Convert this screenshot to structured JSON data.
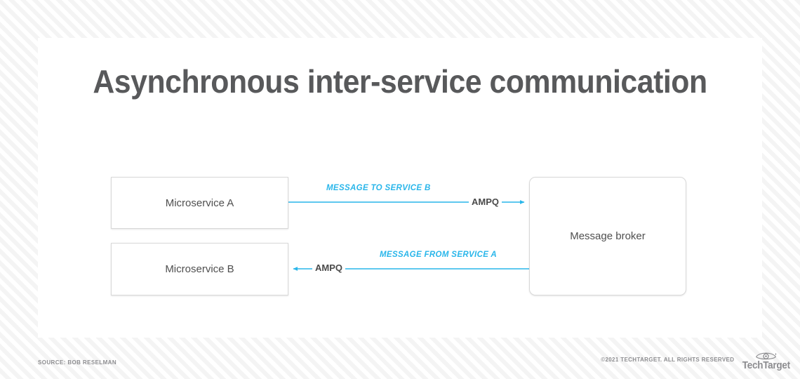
{
  "slide": {
    "title": "Asynchronous inter-service communication"
  },
  "diagram": {
    "nodes": [
      {
        "id": "service-a",
        "label": "Microservice A"
      },
      {
        "id": "service-b",
        "label": "Microservice B"
      },
      {
        "id": "message-broker",
        "label": "Message broker"
      }
    ],
    "flows": [
      {
        "id": "a-to-broker",
        "message_label": "MESSAGE TO SERVICE B",
        "protocol_label": "AMPQ",
        "direction": "right"
      },
      {
        "id": "broker-to-b",
        "message_label": "MESSAGE FROM SERVICE A",
        "protocol_label": "AMPQ",
        "direction": "left"
      }
    ]
  },
  "footer": {
    "source": "SOURCE: BOB RESELMAN",
    "copyright": "©2021 TECHTARGET. ALL RIGHTS RESERVED",
    "brand": "TechTarget",
    "brand_icon": "eye-icon"
  },
  "colors": {
    "accent": "#29b6ea",
    "title": "#58595b",
    "node_text": "#4f4f4f",
    "protocol_text": "#4a4a4a",
    "footer_text": "#8d8d90",
    "card_bg": "#ffffff",
    "page_bg": "#fafafa",
    "node_border": "#d8d8d8"
  }
}
